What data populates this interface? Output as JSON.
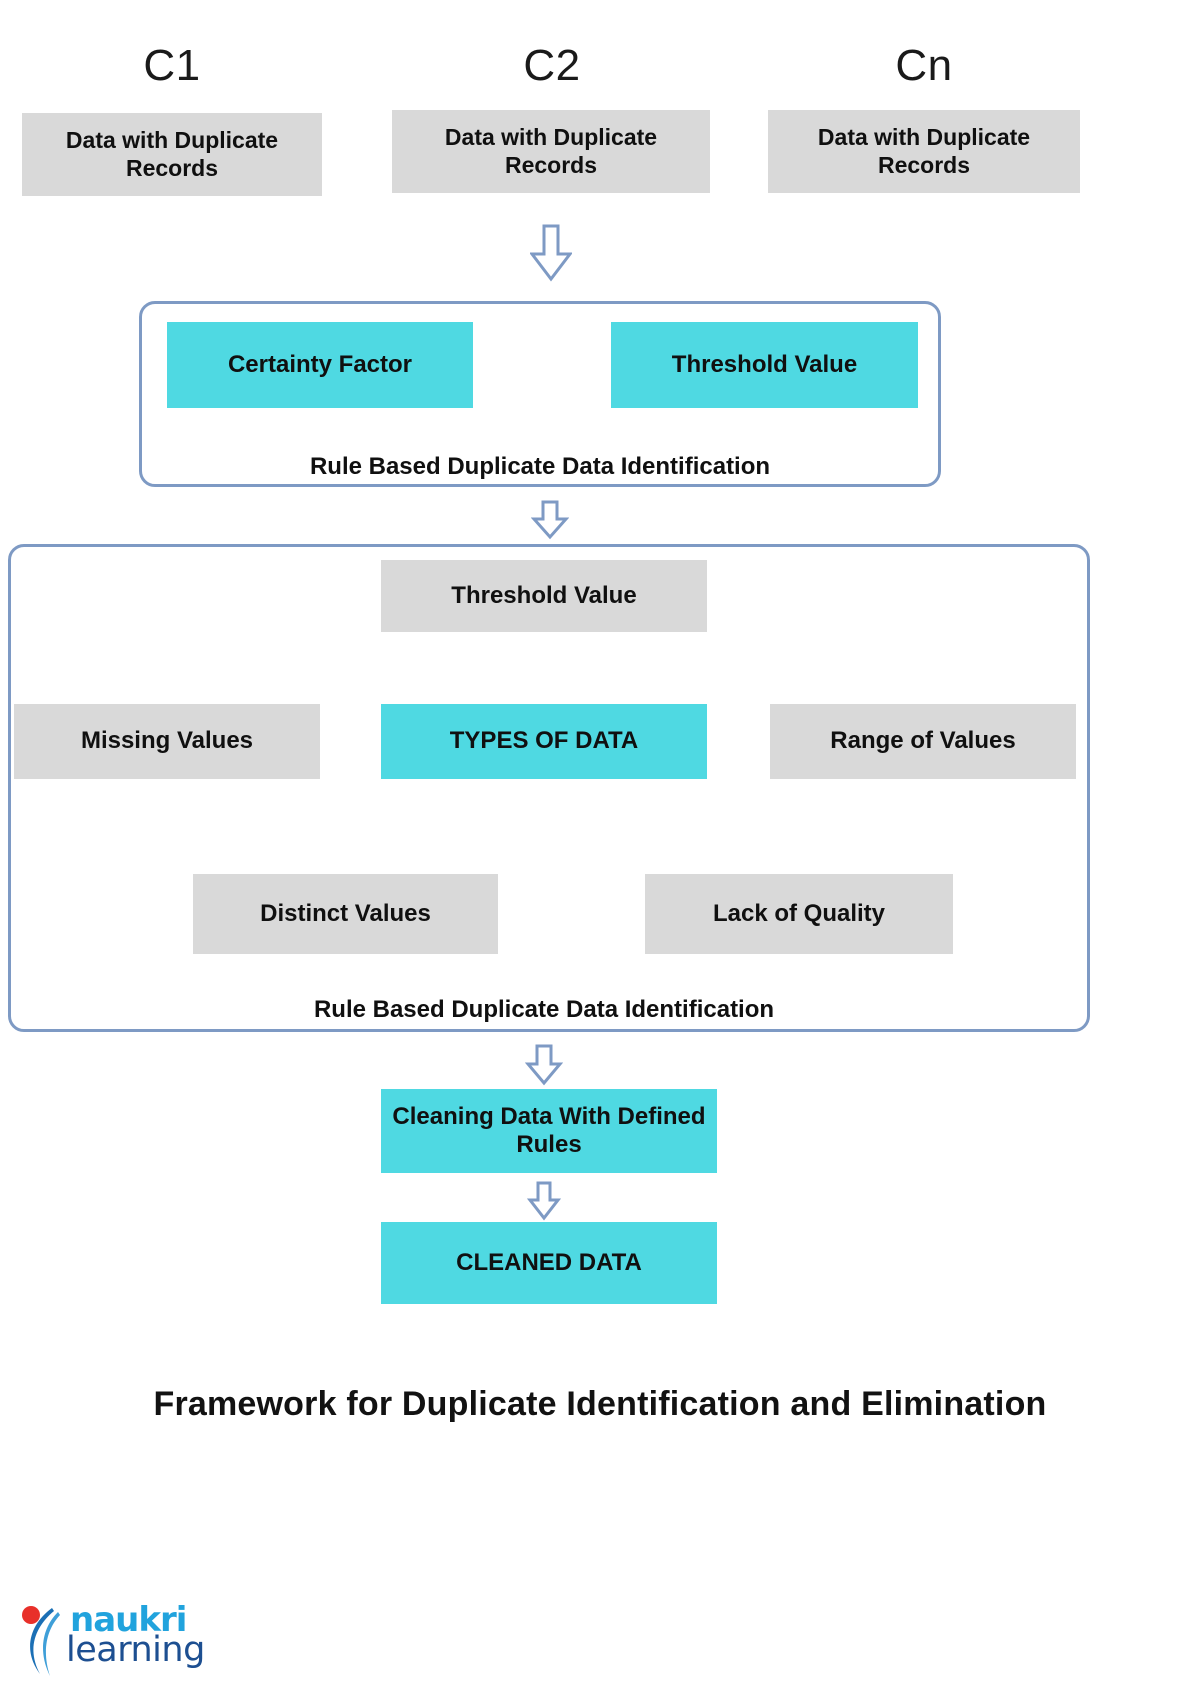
{
  "figure": {
    "title": "Framework for Duplicate Identification and Elimination",
    "background_color": "#ffffff",
    "accent_cyan": "#4fd9e2",
    "accent_gray": "#d9d9d9",
    "accent_border_blue": "#7e9ac4"
  },
  "columns": [
    {
      "id": "c1",
      "header": "C1",
      "box_label": "Data with Duplicate Records"
    },
    {
      "id": "c2",
      "header": "C2",
      "box_label": "Data with Duplicate Records"
    },
    {
      "id": "cn",
      "header": "Cn",
      "box_label": "Data with Duplicate Records"
    }
  ],
  "stage1": {
    "caption": "Rule Based Duplicate Data Identification",
    "boxes": [
      {
        "label": "Certainty Factor",
        "color": "cyan"
      },
      {
        "label": "Threshold Value",
        "color": "cyan"
      }
    ]
  },
  "stage2": {
    "caption": "Rule Based Duplicate Data Identification",
    "top_box": {
      "label": "Threshold Value",
      "color": "gray"
    },
    "middle_boxes": [
      {
        "label": "Missing Values",
        "color": "gray"
      },
      {
        "label": "TYPES OF DATA",
        "color": "cyan"
      },
      {
        "label": "Range of Values",
        "color": "gray"
      }
    ],
    "bottom_boxes": [
      {
        "label": "Distinct Values",
        "color": "gray"
      },
      {
        "label": "Lack of Quality",
        "color": "gray"
      }
    ]
  },
  "outputs": [
    {
      "label": "Cleaning Data With Defined Rules",
      "color": "cyan"
    },
    {
      "label": "CLEANED DATA",
      "color": "cyan"
    }
  ],
  "arrows": [
    {
      "id": "arrow-c2-to-stage1"
    },
    {
      "id": "arrow-stage1-to-stage2"
    },
    {
      "id": "arrow-stage2-to-cleaning"
    },
    {
      "id": "arrow-cleaning-to-cleaned"
    }
  ],
  "logo": {
    "word_top": "naukri",
    "word_bottom": "learning",
    "dot_color": "#e8302a",
    "swoosh_color": "#1b6fb5",
    "top_color": "#21a3dd",
    "bottom_color": "#1d4f91"
  }
}
